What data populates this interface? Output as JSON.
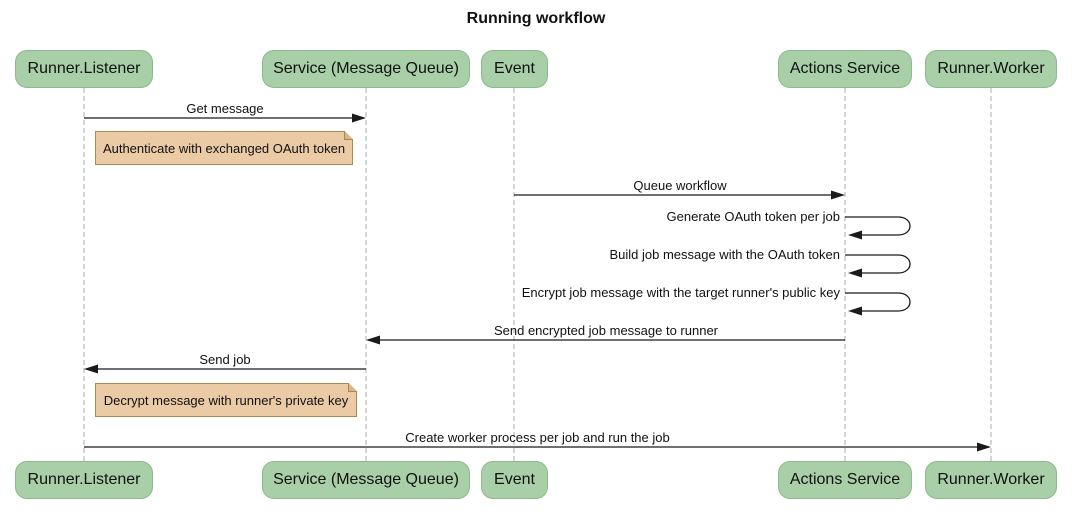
{
  "title": "Running workflow",
  "diagram_type": "sequence-diagram",
  "actors": [
    {
      "id": "runner-listener",
      "label": "Runner.Listener"
    },
    {
      "id": "service-message-queue",
      "label": "Service (Message Queue)"
    },
    {
      "id": "event",
      "label": "Event"
    },
    {
      "id": "actions-service",
      "label": "Actions Service"
    },
    {
      "id": "runner-worker",
      "label": "Runner.Worker"
    }
  ],
  "messages": [
    {
      "label": "Get message",
      "from": "Runner.Listener",
      "to": "Service (Message Queue)",
      "kind": "solid-arrow"
    },
    {
      "label": "Queue workflow",
      "from": "Event",
      "to": "Actions Service",
      "kind": "solid-arrow"
    },
    {
      "label": "Generate OAuth token per job",
      "from": "Actions Service",
      "to": "Actions Service",
      "kind": "self-loop"
    },
    {
      "label": "Build job message with the OAuth token",
      "from": "Actions Service",
      "to": "Actions Service",
      "kind": "self-loop"
    },
    {
      "label": "Encrypt job message with the target runner's public key",
      "from": "Actions Service",
      "to": "Actions Service",
      "kind": "self-loop"
    },
    {
      "label": "Send encrypted job message to runner",
      "from": "Actions Service",
      "to": "Service (Message Queue)",
      "kind": "solid-arrow"
    },
    {
      "label": "Send job",
      "from": "Service (Message Queue)",
      "to": "Runner.Listener",
      "kind": "solid-arrow"
    },
    {
      "label": "Create worker process per job and run the job",
      "from": "Runner.Listener",
      "to": "Runner.Worker",
      "kind": "solid-arrow"
    }
  ],
  "notes": [
    {
      "text": "Authenticate with exchanged OAuth token",
      "near": "Runner.Listener"
    },
    {
      "text": "Decrypt message with runner's private key",
      "near": "Runner.Listener"
    }
  ],
  "colors": {
    "background": "#FFFFFF",
    "actor_fill": "#A8CFA7",
    "actor_border": "#8CBA8C",
    "note_fill": "#EACBA6",
    "note_border": "#A98950",
    "note_fold_fill": "#DCB488",
    "line_color": "#1A1A1A",
    "lifeline_color": "#ABABAB",
    "text_color": "#111111"
  }
}
